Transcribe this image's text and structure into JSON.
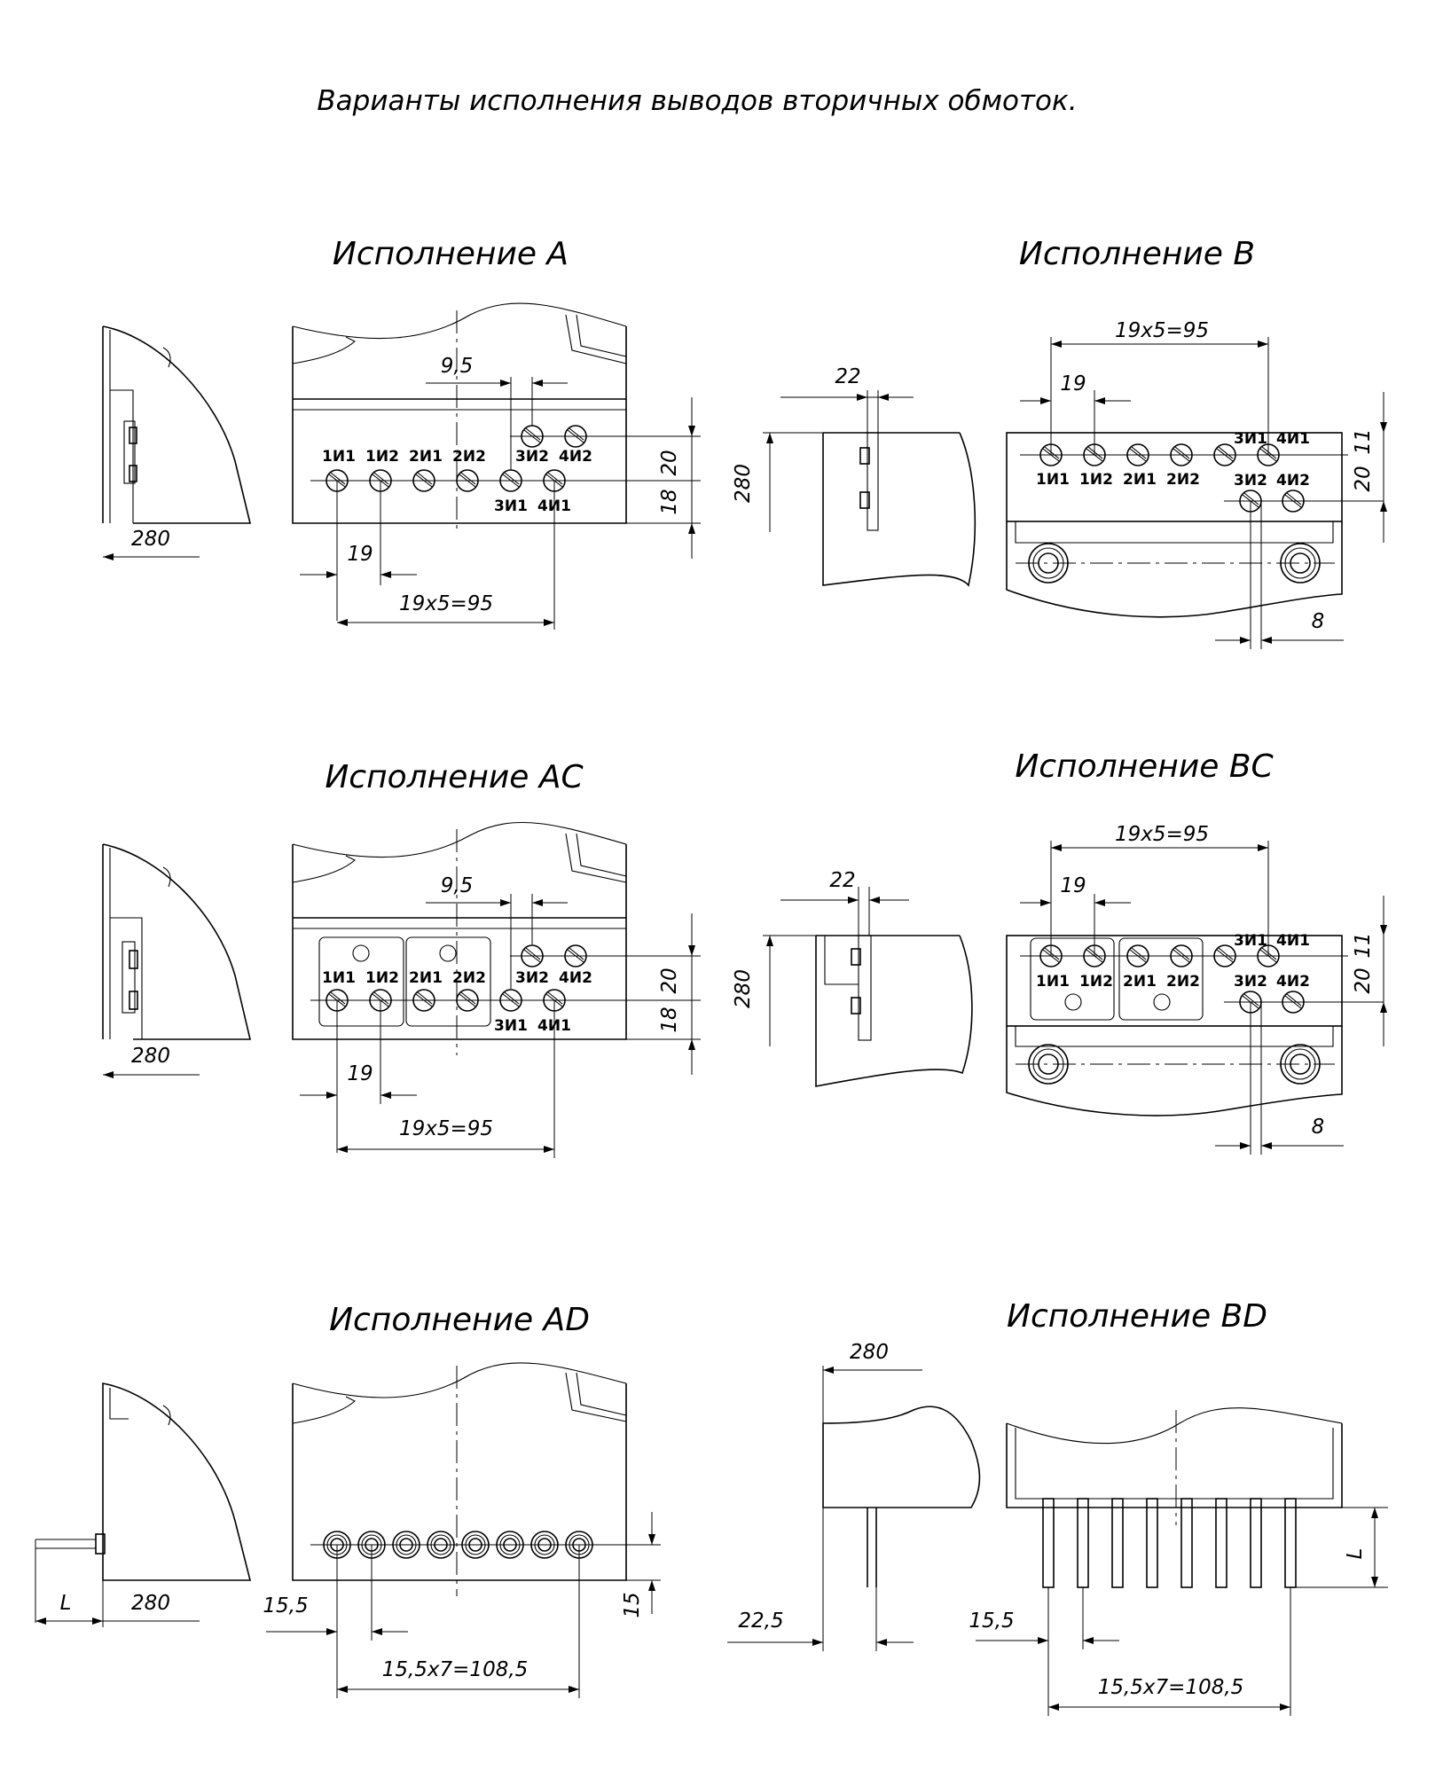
{
  "title": "Варианты исполнения выводов вторичных обмоток.",
  "views": {
    "a": {
      "heading": "Исполнение А",
      "dim_280": "280",
      "dim_9_5": "9,5",
      "dim_20": "20",
      "dim_18": "18",
      "dim_19": "19",
      "dim_95": "19х5=95",
      "labels": [
        "1И1",
        "1И2",
        "2И1",
        "2И2",
        "3И2",
        "4И2",
        "3И1",
        "4И1"
      ]
    },
    "b": {
      "heading": "Исполнение В",
      "dim_22": "22",
      "dim_280": "280",
      "dim_95": "19х5=95",
      "dim_19": "19",
      "dim_11": "11",
      "dim_20": "20",
      "dim_8": "8",
      "labels": [
        "3И1",
        "4И1",
        "1И1",
        "1И2",
        "2И1",
        "2И2",
        "3И2",
        "4И2"
      ]
    },
    "ac": {
      "heading": "Исполнение АС",
      "dim_280": "280",
      "dim_9_5": "9,5",
      "dim_20": "20",
      "dim_18": "18",
      "dim_19": "19",
      "dim_95": "19х5=95",
      "labels": [
        "1И1",
        "1И2",
        "2И1",
        "2И2",
        "3И2",
        "4И2",
        "3И1",
        "4И1"
      ]
    },
    "bc": {
      "heading": "Исполнение ВС",
      "dim_22": "22",
      "dim_280": "280",
      "dim_95": "19х5=95",
      "dim_19": "19",
      "dim_11": "11",
      "dim_20": "20",
      "dim_8": "8",
      "labels": [
        "3И1",
        "4И1",
        "1И1",
        "1И2",
        "2И1",
        "2И2",
        "3И2",
        "4И2"
      ]
    },
    "ad": {
      "heading": "Исполнение АD",
      "dim_L": "L",
      "dim_280": "280",
      "dim_15_5": "15,5",
      "dim_15": "15",
      "dim_108": "15,5х7=108,5"
    },
    "bd": {
      "heading": "Исполнение ВD",
      "dim_280": "280",
      "dim_22_5": "22,5",
      "dim_15_5": "15,5",
      "dim_108": "15,5х7=108,5",
      "dim_L": "L"
    }
  }
}
